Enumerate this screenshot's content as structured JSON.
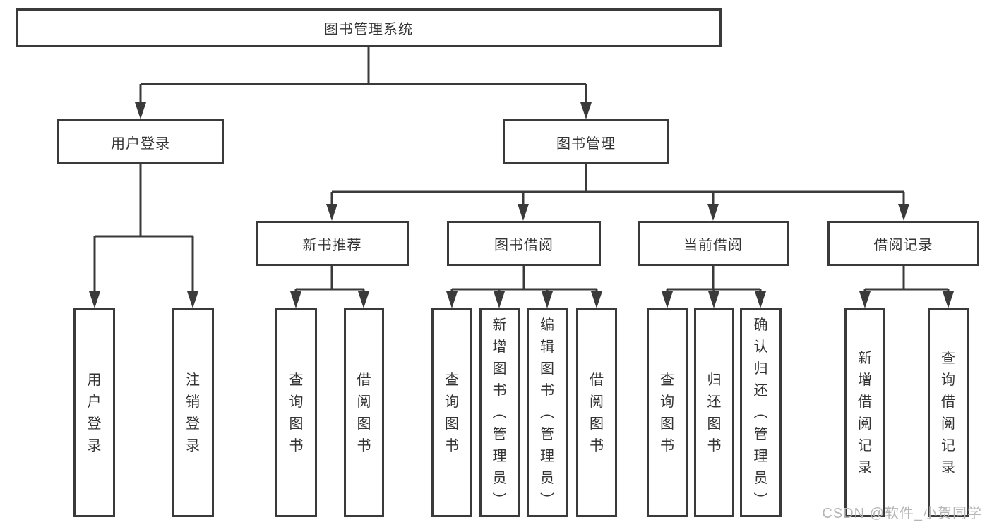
{
  "tree": {
    "root": {
      "label": "图书管理系统"
    },
    "branches": [
      {
        "label": "用户登录",
        "leaves": [
          {
            "label": "用户登录"
          },
          {
            "label": "注销登录"
          }
        ]
      },
      {
        "label": "图书管理",
        "sections": [
          {
            "label": "新书推荐",
            "leaves": [
              {
                "label": "查询图书"
              },
              {
                "label": "借阅图书"
              }
            ]
          },
          {
            "label": "图书借阅",
            "leaves": [
              {
                "label": "查询图书"
              },
              {
                "label": "新增图书（管理员）"
              },
              {
                "label": "编辑图书（管理员）"
              },
              {
                "label": "借阅图书"
              }
            ]
          },
          {
            "label": "当前借阅",
            "leaves": [
              {
                "label": "查询图书"
              },
              {
                "label": "归还图书"
              },
              {
                "label": "确认归还（管理员）"
              }
            ]
          },
          {
            "label": "借阅记录",
            "leaves": [
              {
                "label": "新增借阅记录"
              },
              {
                "label": "查询借阅记录"
              }
            ]
          }
        ]
      }
    ]
  },
  "watermark": "CSDN @软件_小贺同学",
  "colors": {
    "line": "#3a3a3a",
    "text": "#333333",
    "watermark": "#b5b5b5",
    "background": "#ffffff"
  }
}
